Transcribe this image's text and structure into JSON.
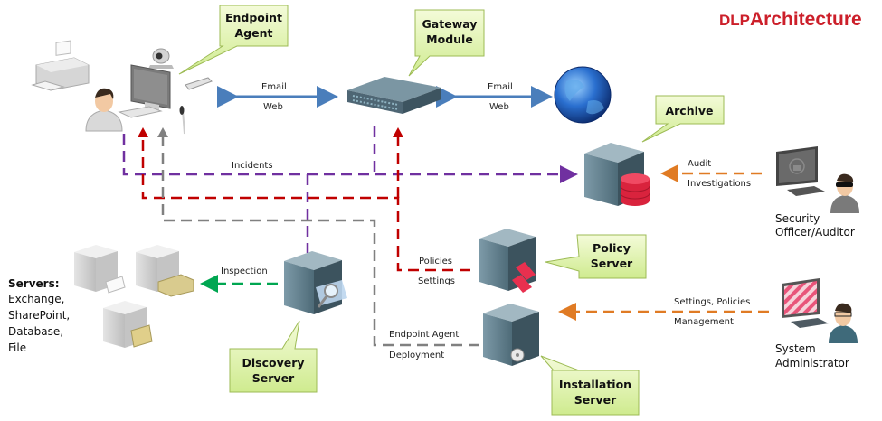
{
  "title": {
    "prefix": "DLP",
    "main": "Architecture",
    "color": "#cc1f2a"
  },
  "callouts": {
    "endpoint_agent": [
      "Endpoint",
      "Agent"
    ],
    "gateway_module": [
      "Gateway",
      "Module"
    ],
    "archive": [
      "Archive"
    ],
    "policy_server": [
      "Policy",
      "Server"
    ],
    "discovery_server": [
      "Discovery",
      "Server"
    ],
    "installation_server": [
      "Installation",
      "Server"
    ]
  },
  "flows": {
    "endpoint_gateway": {
      "top": "Email",
      "bottom": "Web",
      "color": "#4a7ebb"
    },
    "gateway_internet": {
      "top": "Email",
      "bottom": "Web",
      "color": "#4a7ebb"
    },
    "incidents": {
      "label": "Incidents",
      "color": "#7030a0"
    },
    "policies": {
      "top": "Policies",
      "bottom": "Settings",
      "color": "#c00000"
    },
    "deployment": {
      "top": "Endpoint Agent",
      "bottom": "Deployment",
      "color": "#808080"
    },
    "inspection": {
      "label": "Inspection",
      "color": "#00a651"
    },
    "audit": {
      "top": "Audit",
      "bottom": "Investigations",
      "color": "#e07b24"
    },
    "management": {
      "top": "Settings, Policies",
      "bottom": "Management",
      "color": "#e07b24"
    }
  },
  "actors": {
    "security_officer": [
      "Security",
      "Officer/Auditor"
    ],
    "system_admin": [
      "System",
      "Administrator"
    ]
  },
  "servers_list": {
    "heading": "Servers:",
    "items": [
      "Exchange,",
      "SharePoint,",
      "Database,",
      "File"
    ]
  }
}
